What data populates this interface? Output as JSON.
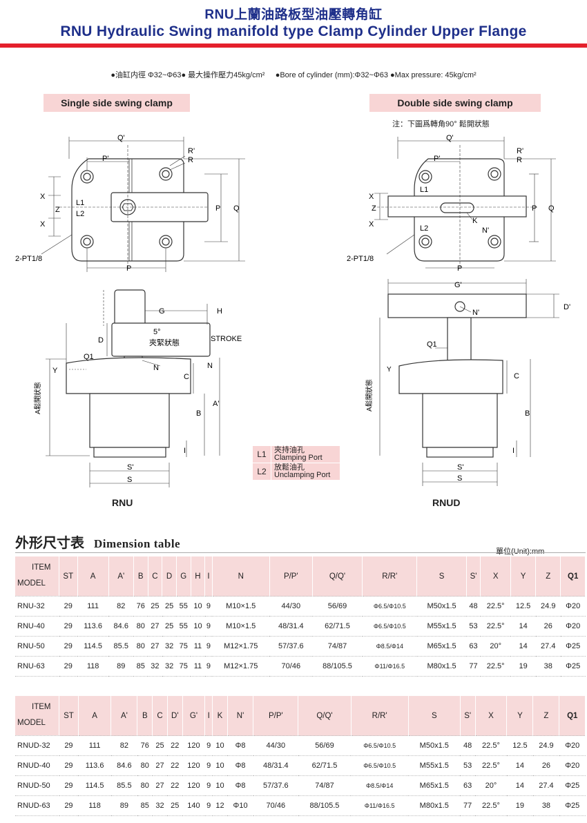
{
  "header": {
    "title_cn": "RNU上蘭油路板型油壓轉角缸",
    "title_en": "RNU Hydraulic Swing manifold type Clamp Cylinder Upper Flange"
  },
  "specs": {
    "cn": "●油缸内徑 Φ32~Φ63● 最大操作壓力45kg/cm²",
    "en": "●Bore of cylinder (mm):Φ32~Φ63 ●Max pressure: 45kg/cm²"
  },
  "left_drawing": {
    "title": "Single side swing clamp",
    "model": "RNU",
    "labels": {
      "Q1": "Q'",
      "P1": "P'",
      "R1": "R'",
      "R": "R",
      "X": "X",
      "Z": "Z",
      "L1": "L1",
      "L2": "L2",
      "P": "P",
      "Q": "Q",
      "PT": "2-PT1/8",
      "G": "G",
      "H": "H",
      "D": "D",
      "five": "5°",
      "clamp_state": "夾緊狀態",
      "stroke": "STROKE",
      "Q1b": "Q1",
      "Y": "Y",
      "N": "N",
      "C": "C",
      "A_prime": "A'",
      "B": "B",
      "A": "A鬆開狀態",
      "I": "I",
      "S_prime": "S'",
      "S": "S"
    }
  },
  "right_drawing": {
    "title": "Double side swing clamp",
    "note": "注：下圖爲轉角90° 鬆開狀態",
    "model": "RNUD",
    "labels": {
      "Q1": "Q'",
      "P1": "P'",
      "R1": "R'",
      "R": "R",
      "X": "X",
      "Z": "Z",
      "L1": "L1",
      "L2": "L2",
      "P": "P",
      "Q": "Q",
      "PT": "2-PT1/8",
      "K": "K",
      "N1": "N'",
      "G1": "G'",
      "D1": "D'",
      "Q1b": "Q1",
      "Y": "Y",
      "C": "C",
      "B": "B",
      "A": "A鬆開狀態",
      "I": "I",
      "S_prime": "S'",
      "S": "S"
    }
  },
  "legend": {
    "l1_key": "L1",
    "l1_cn": "夾持油孔",
    "l1_en": "Clamping Port",
    "l2_key": "L2",
    "l2_cn": "放鬆油孔",
    "l2_en": "Unclamping Port"
  },
  "dimension_table": {
    "heading_cn": "外形尺寸表",
    "heading_en": "Dimension table",
    "unit": "單位(Unit):mm",
    "item_label": "ITEM",
    "model_label": "MODEL"
  },
  "table_rnu": {
    "columns": [
      "ST",
      "A",
      "A'",
      "B",
      "C",
      "D",
      "G",
      "H",
      "I",
      "N",
      "P/P'",
      "Q/Q'",
      "R/R'",
      "S",
      "S'",
      "X",
      "Y",
      "Z",
      "Q1"
    ],
    "rows": [
      [
        "RNU-32",
        "29",
        "111",
        "82",
        "76",
        "25",
        "25",
        "55",
        "10",
        "9",
        "M10×1.5",
        "44/30",
        "56/69",
        "Φ6.5/Φ10.5",
        "M50x1.5",
        "48",
        "22.5°",
        "12.5",
        "24.9",
        "Φ20"
      ],
      [
        "RNU-40",
        "29",
        "113.6",
        "84.6",
        "80",
        "27",
        "25",
        "55",
        "10",
        "9",
        "M10×1.5",
        "48/31.4",
        "62/71.5",
        "Φ6.5/Φ10.5",
        "M55x1.5",
        "53",
        "22.5°",
        "14",
        "26",
        "Φ20"
      ],
      [
        "RNU-50",
        "29",
        "114.5",
        "85.5",
        "80",
        "27",
        "32",
        "75",
        "11",
        "9",
        "M12×1.75",
        "57/37.6",
        "74/87",
        "Φ8.5/Φ14",
        "M65x1.5",
        "63",
        "20°",
        "14",
        "27.4",
        "Φ25"
      ],
      [
        "RNU-63",
        "29",
        "118",
        "89",
        "85",
        "32",
        "32",
        "75",
        "11",
        "9",
        "M12×1.75",
        "70/46",
        "88/105.5",
        "Φ11/Φ16.5",
        "M80x1.5",
        "77",
        "22.5°",
        "19",
        "38",
        "Φ25"
      ]
    ]
  },
  "table_rnud": {
    "columns": [
      "ST",
      "A",
      "A'",
      "B",
      "C",
      "D'",
      "G'",
      "I",
      "K",
      "N'",
      "P/P'",
      "Q/Q'",
      "R/R'",
      "S",
      "S'",
      "X",
      "Y",
      "Z",
      "Q1"
    ],
    "rows": [
      [
        "RNUD-32",
        "29",
        "111",
        "82",
        "76",
        "25",
        "22",
        "120",
        "9",
        "10",
        "Φ8",
        "44/30",
        "56/69",
        "Φ6.5/Φ10.5",
        "M50x1.5",
        "48",
        "22.5°",
        "12.5",
        "24.9",
        "Φ20"
      ],
      [
        "RNUD-40",
        "29",
        "113.6",
        "84.6",
        "80",
        "27",
        "22",
        "120",
        "9",
        "10",
        "Φ8",
        "48/31.4",
        "62/71.5",
        "Φ6.5/Φ10.5",
        "M55x1.5",
        "53",
        "22.5°",
        "14",
        "26",
        "Φ20"
      ],
      [
        "RNUD-50",
        "29",
        "114.5",
        "85.5",
        "80",
        "27",
        "22",
        "120",
        "9",
        "10",
        "Φ8",
        "57/37.6",
        "74/87",
        "Φ8.5/Φ14",
        "M65x1.5",
        "63",
        "20°",
        "14",
        "27.4",
        "Φ25"
      ],
      [
        "RNUD-63",
        "29",
        "118",
        "89",
        "85",
        "32",
        "25",
        "140",
        "9",
        "12",
        "Φ10",
        "70/46",
        "88/105.5",
        "Φ11/Φ16.5",
        "M80x1.5",
        "77",
        "22.5°",
        "19",
        "38",
        "Φ25"
      ]
    ]
  }
}
